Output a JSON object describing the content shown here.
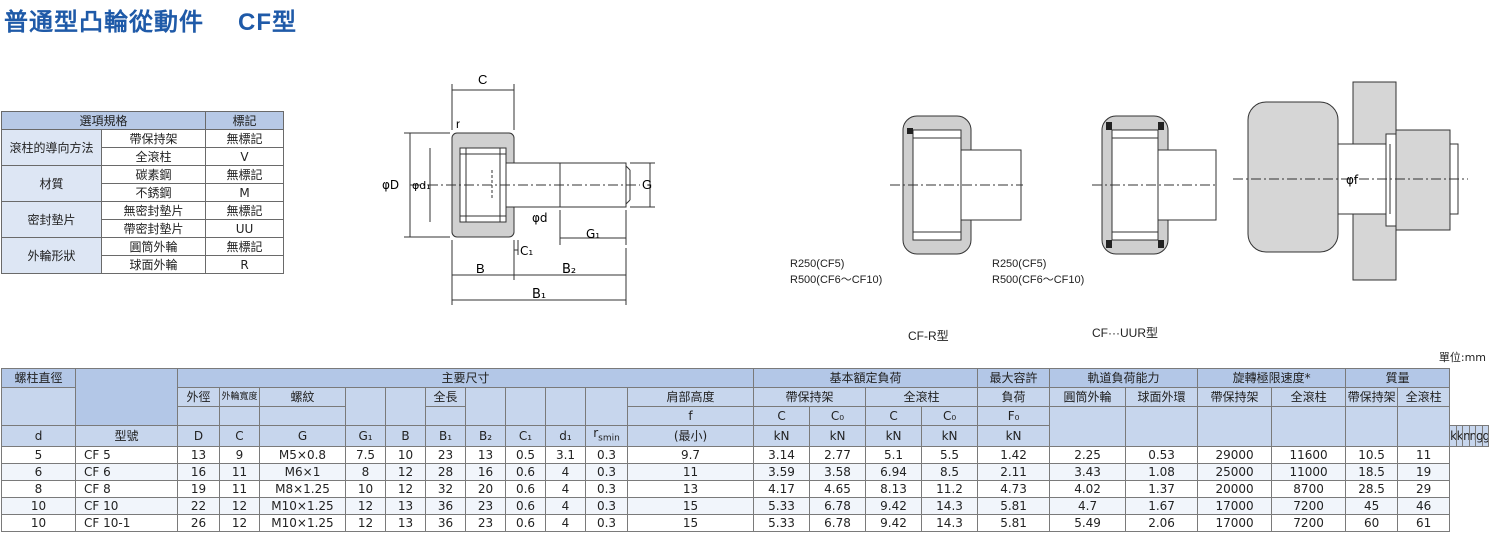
{
  "title": {
    "main": "普通型凸輪從動件",
    "suffix": "CF型"
  },
  "options": {
    "header": {
      "spec": "選項規格",
      "mark": "標記"
    },
    "groups": [
      {
        "name": "滾柱的導向方法",
        "rows": [
          {
            "spec": "帶保持架",
            "mark": "無標記"
          },
          {
            "spec": "全滾柱",
            "mark": "V"
          }
        ]
      },
      {
        "name": "材質",
        "rows": [
          {
            "spec": "碳素鋼",
            "mark": "無標記"
          },
          {
            "spec": "不銹鋼",
            "mark": "M"
          }
        ]
      },
      {
        "name": "密封墊片",
        "rows": [
          {
            "spec": "無密封墊片",
            "mark": "無標記"
          },
          {
            "spec": "帶密封墊片",
            "mark": "UU"
          }
        ]
      },
      {
        "name": "外輪形狀",
        "rows": [
          {
            "spec": "圓筒外輪",
            "mark": "無標記"
          },
          {
            "spec": "球面外輪",
            "mark": "R"
          }
        ]
      }
    ]
  },
  "drawing": {
    "labels": {
      "C": "C",
      "r": "r",
      "phiD": "φD",
      "phid1": "φd₁",
      "G": "G",
      "phid": "φd",
      "C1": "C₁",
      "G1": "G₁",
      "B": "B",
      "B2": "B₂",
      "B1": "B₁",
      "phif": "φf"
    },
    "notes": {
      "r_line1": "R250(CF5)",
      "r_line2": "R500(CF6～CF10)",
      "uur_line1": "R250(CF5)",
      "uur_line2": "R500(CF6～CF10)"
    },
    "captions": {
      "r_type": "CF-R型",
      "uur_type": "CF···UUR型"
    }
  },
  "unit": "單位:mm",
  "spec_table": {
    "headers": {
      "bolt_dia": "螺柱直徑",
      "main_dims": "主要尺寸",
      "load_rating": "基本額定負荷",
      "max_load_1": "最大容許",
      "max_load_2": "負荷",
      "track_cap": "軌道負荷能力",
      "speed": "旋轉極限速度*",
      "mass": "質量",
      "outer_dia": "外徑",
      "outer_width": "外輪寬度",
      "thread": "螺紋",
      "total_len": "全長",
      "shoulder": "肩部高度",
      "cage": "帶保持架",
      "full": "全滾柱",
      "cyl_outer": "圓筒外輪",
      "sph_outer": "球面外環",
      "speed_cage": "帶保持架",
      "speed_full": "全滾柱",
      "mass_cage": "帶保持架",
      "mass_full": "全滾柱",
      "sym_C": "C",
      "sym_C0": "C₀",
      "sym_C_b": "C",
      "sym_C0_b": "C₀",
      "sym_F0": "F₀",
      "sym_f": "f",
      "sym_f_note": "(最小)",
      "d": "d",
      "model": "型號",
      "D": "D",
      "C": "C",
      "G": "G",
      "G1": "G₁",
      "B": "B",
      "B1": "B₁",
      "B2": "B₂",
      "C1": "C₁",
      "d1": "d₁",
      "rsmin": "r",
      "rsmin_sub": "smin",
      "kN1": "kN",
      "kN2": "kN",
      "kN3": "kN",
      "kN4": "kN",
      "kN5": "kN",
      "kN6": "kN",
      "kN7": "kN",
      "min1": "min",
      "min2": "min",
      "g1": "g",
      "g2": "g"
    },
    "rows": [
      [
        "5",
        "CF 5",
        "13",
        "9",
        "M5×0.8",
        "7.5",
        "10",
        "23",
        "13",
        "0.5",
        "3.1",
        "0.3",
        "9.7",
        "3.14",
        "2.77",
        "5.1",
        "5.5",
        "1.42",
        "2.25",
        "0.53",
        "29000",
        "11600",
        "10.5",
        "11"
      ],
      [
        "6",
        "CF 6",
        "16",
        "11",
        "M6×1",
        "8",
        "12",
        "28",
        "16",
        "0.6",
        "4",
        "0.3",
        "11",
        "3.59",
        "3.58",
        "6.94",
        "8.5",
        "2.11",
        "3.43",
        "1.08",
        "25000",
        "11000",
        "18.5",
        "19"
      ],
      [
        "8",
        "CF 8",
        "19",
        "11",
        "M8×1.25",
        "10",
        "12",
        "32",
        "20",
        "0.6",
        "4",
        "0.3",
        "13",
        "4.17",
        "4.65",
        "8.13",
        "11.2",
        "4.73",
        "4.02",
        "1.37",
        "20000",
        "8700",
        "28.5",
        "29"
      ],
      [
        "10",
        "CF 10",
        "22",
        "12",
        "M10×1.25",
        "12",
        "13",
        "36",
        "23",
        "0.6",
        "4",
        "0.3",
        "15",
        "5.33",
        "6.78",
        "9.42",
        "14.3",
        "5.81",
        "4.7",
        "1.67",
        "17000",
        "7200",
        "45",
        "46"
      ],
      [
        "10",
        "CF 10-1",
        "26",
        "12",
        "M10×1.25",
        "12",
        "13",
        "36",
        "23",
        "0.6",
        "4",
        "0.3",
        "15",
        "5.33",
        "6.78",
        "9.42",
        "14.3",
        "5.81",
        "5.49",
        "2.06",
        "17000",
        "7200",
        "60",
        "61"
      ]
    ]
  }
}
